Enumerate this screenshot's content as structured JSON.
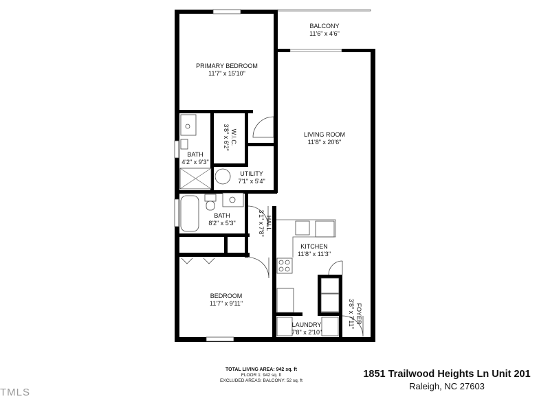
{
  "rooms": {
    "primary_bedroom": {
      "name": "PRIMARY BEDROOM",
      "dims": "11'7\" x 15'10\""
    },
    "balcony": {
      "name": "BALCONY",
      "dims": "11'6\" x 4'6\""
    },
    "living_room": {
      "name": "LIVING ROOM",
      "dims": "11'8\" x 20'6\""
    },
    "wic": {
      "name": "W.I.C.",
      "dims": "3'8\" x 6'2\""
    },
    "bath_primary": {
      "name": "BATH",
      "dims": "4'2\" x 9'3\""
    },
    "utility": {
      "name": "UTILITY",
      "dims": "7'1\" x 5'4\""
    },
    "bath": {
      "name": "BATH",
      "dims": "8'2\" x 5'3\""
    },
    "hall": {
      "name": "HALL",
      "dims": "3'1\" x 7'8\""
    },
    "kitchen": {
      "name": "KITCHEN",
      "dims": "11'8\" x 11'3\""
    },
    "bedroom": {
      "name": "BEDROOM",
      "dims": "11'7\" x 9'11\""
    },
    "foyer": {
      "name": "FOYER",
      "dims": "3'8\" x 7'11\""
    },
    "laundry": {
      "name": "LAUNDRY",
      "dims": "7'8\" x 2'10\""
    }
  },
  "summary": {
    "total": "TOTAL LIVING AREA: 942 sq. ft",
    "floor1": "FLOOR 1: 942 sq. ft",
    "excluded": "EXCLUDED AREAS: BALCONY: 52 sq. ft"
  },
  "address": {
    "line1": "1851 Trailwood Heights Ln Unit 201",
    "line2": "Raleigh, NC 27603"
  },
  "logo": "TMLS"
}
